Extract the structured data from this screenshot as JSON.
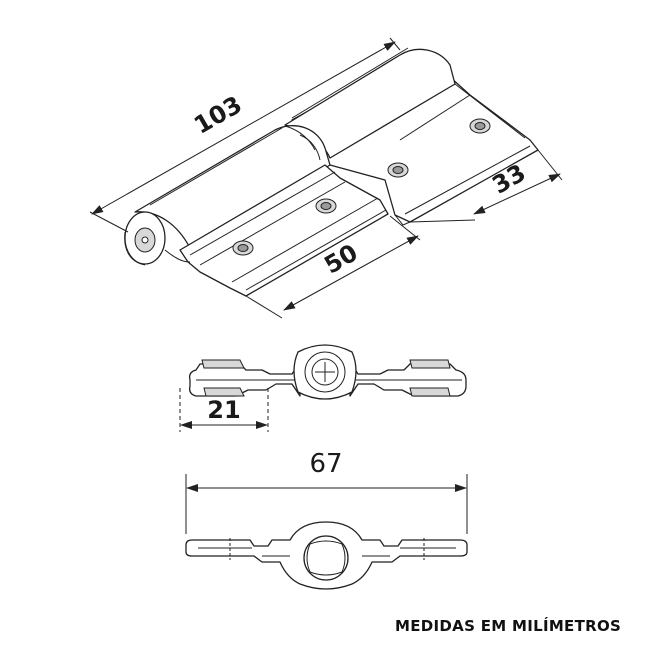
{
  "dimensions": {
    "total_length": "103",
    "leaf_length": "50",
    "other_leaf_length": "33",
    "offset": "21",
    "total_width": "67"
  },
  "caption": "MEDIDAS EM MILÍMETROS",
  "colors": {
    "line": "#222222",
    "fill": "#ffffff",
    "shade": "#d8d8d8"
  }
}
